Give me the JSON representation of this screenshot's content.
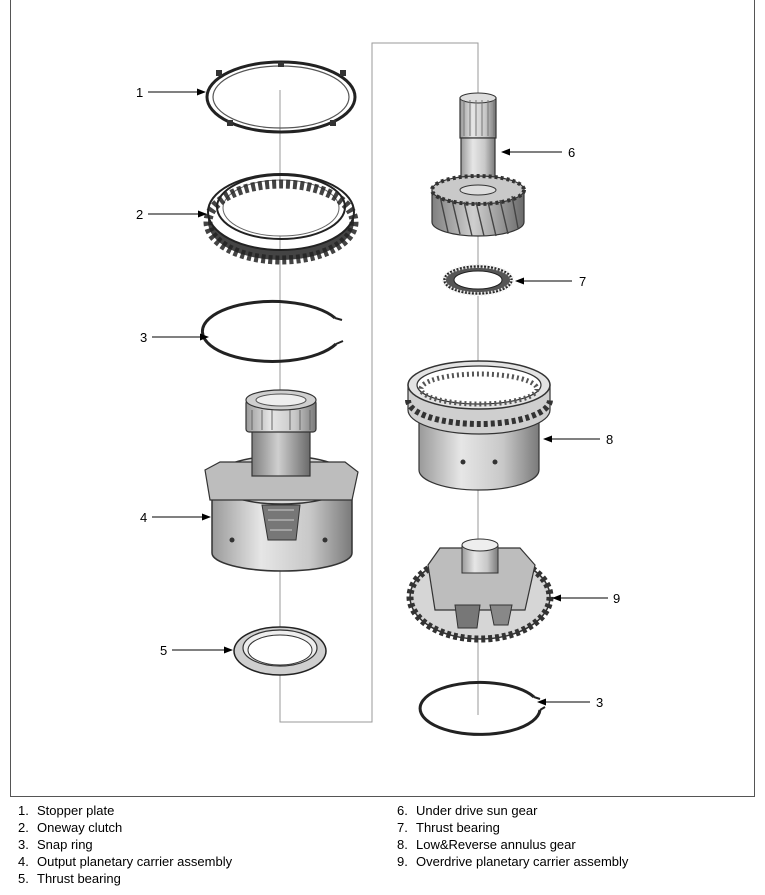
{
  "diagram": {
    "callouts": {
      "stopper_plate": "1",
      "oneway_clutch": "2",
      "snap_ring_left": "3",
      "output_carrier": "4",
      "thrust_bearing_left": "5",
      "sun_gear": "6",
      "thrust_bearing_right": "7",
      "annulus_gear": "8",
      "overdrive_carrier": "9",
      "snap_ring_right": "3"
    }
  },
  "legend": {
    "left": [
      {
        "num": "1.",
        "label": "Stopper plate"
      },
      {
        "num": "2.",
        "label": "Oneway clutch"
      },
      {
        "num": "3.",
        "label": "Snap ring"
      },
      {
        "num": "4.",
        "label": "Output planetary carrier assembly"
      },
      {
        "num": "5.",
        "label": "Thrust bearing"
      }
    ],
    "right": [
      {
        "num": "6.",
        "label": "Under drive sun gear"
      },
      {
        "num": "7.",
        "label": "Thrust bearing"
      },
      {
        "num": "8.",
        "label": "Low&Reverse annulus gear"
      },
      {
        "num": "9.",
        "label": "Overdrive planetary carrier assembly"
      }
    ]
  }
}
